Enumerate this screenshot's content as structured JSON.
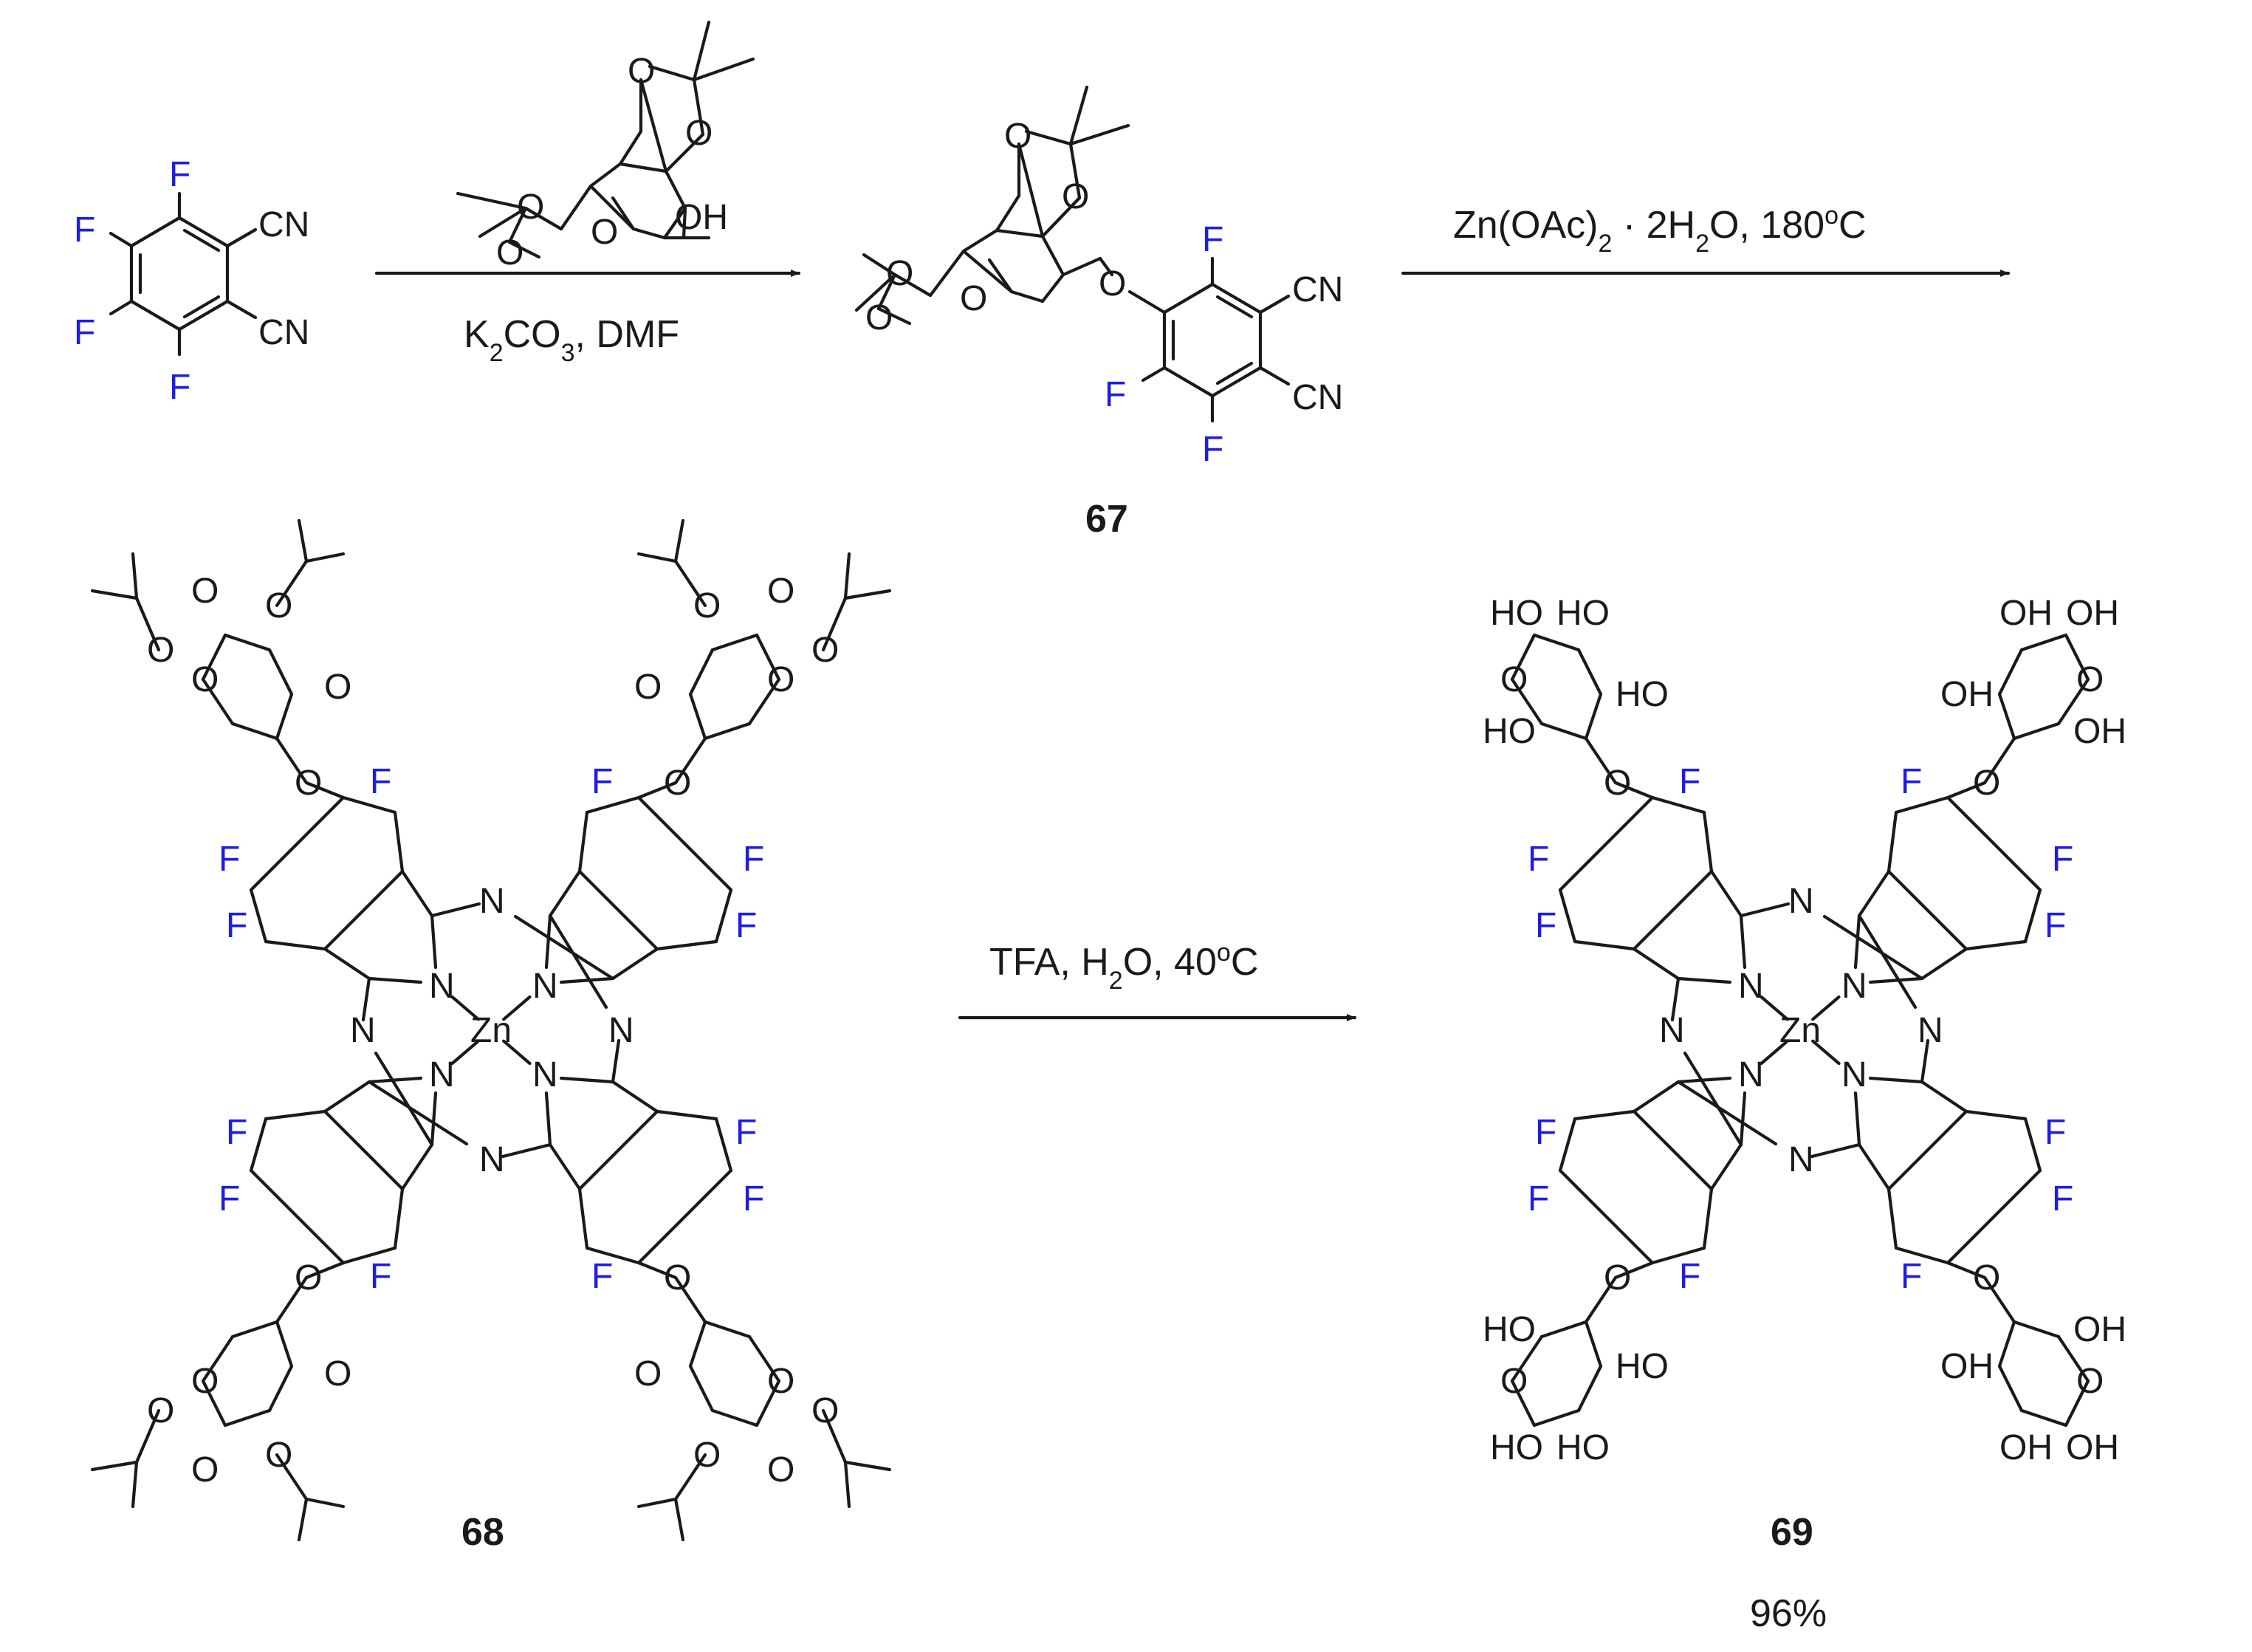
{
  "colors": {
    "bond": "#1a1a1a",
    "fluorine": "#1e1ee0",
    "background": "#ffffff"
  },
  "atoms": {
    "F": "F",
    "O": "O",
    "N": "N",
    "Zn": "Zn",
    "CN": "CN",
    "OH": "OH",
    "HO": "HO"
  },
  "reactions": [
    {
      "above": "",
      "below": "K2CO3, DMF"
    },
    {
      "above": "Zn(OAc)2 · 2H2O, 180oC",
      "below": ""
    },
    {
      "above": "TFA, H2O, 40oC",
      "below": ""
    }
  ],
  "conditions": {
    "r1_below": {
      "K": "K",
      "sub2": "2",
      "CO": "CO",
      "sub3": "3",
      "rest": ", DMF"
    },
    "r2_above": {
      "a": "Zn(OAc)",
      "sub2": "2",
      "b": " · 2H",
      "sub2b": "2",
      "c": "O, 180",
      "sup": "o",
      "d": "C"
    },
    "r3_above": {
      "a": "TFA, H",
      "sub2": "2",
      "b": "O, 40",
      "sup": "o",
      "c": "C"
    }
  },
  "compounds": [
    {
      "id": "67",
      "label": "67"
    },
    {
      "id": "68",
      "label": "68"
    },
    {
      "id": "69",
      "label": "69",
      "yield": "96%"
    }
  ]
}
